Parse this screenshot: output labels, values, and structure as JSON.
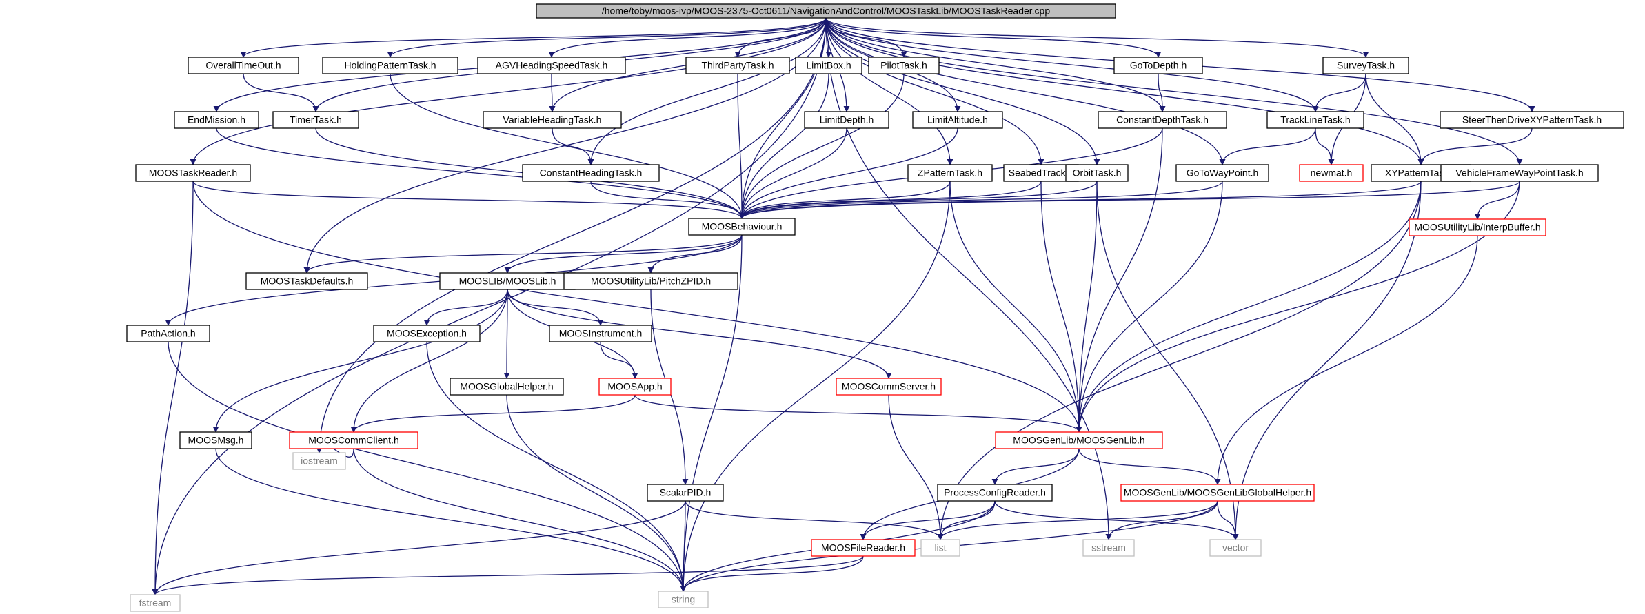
{
  "diagram": {
    "type": "include-dependency-graph",
    "colors": {
      "edge": "#191970",
      "border_normal": "#000000",
      "border_truncated": "#ff0000",
      "border_external": "#bfbfbf",
      "root_fill": "#bfbfbf",
      "text": "#000000",
      "text_external": "#808080"
    },
    "nodes": [
      {
        "id": "root",
        "label": "/home/toby/moos-ivp/MOOS-2375-Oct0611/NavigationAndControl/MOOSTaskLib/MOOSTaskReader.cpp",
        "kind": "root"
      },
      {
        "id": "overall",
        "label": "OverallTimeOut.h",
        "kind": "normal"
      },
      {
        "id": "holding",
        "label": "HoldingPatternTask.h",
        "kind": "normal"
      },
      {
        "id": "agv",
        "label": "AGVHeadingSpeedTask.h",
        "kind": "normal"
      },
      {
        "id": "thirdparty",
        "label": "ThirdPartyTask.h",
        "kind": "normal"
      },
      {
        "id": "limitbox",
        "label": "LimitBox.h",
        "kind": "normal"
      },
      {
        "id": "pilot",
        "label": "PilotTask.h",
        "kind": "normal"
      },
      {
        "id": "gotodepth",
        "label": "GoToDepth.h",
        "kind": "normal"
      },
      {
        "id": "survey",
        "label": "SurveyTask.h",
        "kind": "normal"
      },
      {
        "id": "endmission",
        "label": "EndMission.h",
        "kind": "normal"
      },
      {
        "id": "timer",
        "label": "TimerTask.h",
        "kind": "normal"
      },
      {
        "id": "varheading",
        "label": "VariableHeadingTask.h",
        "kind": "normal"
      },
      {
        "id": "limitdepth",
        "label": "LimitDepth.h",
        "kind": "normal"
      },
      {
        "id": "limitalt",
        "label": "LimitAltitude.h",
        "kind": "normal"
      },
      {
        "id": "constdepth",
        "label": "ConstantDepthTask.h",
        "kind": "normal"
      },
      {
        "id": "trackline",
        "label": "TrackLineTask.h",
        "kind": "normal"
      },
      {
        "id": "steerthen",
        "label": "SteerThenDriveXYPatternTask.h",
        "kind": "normal"
      },
      {
        "id": "reader_h",
        "label": "MOOSTaskReader.h",
        "kind": "normal"
      },
      {
        "id": "constheading",
        "label": "ConstantHeadingTask.h",
        "kind": "normal"
      },
      {
        "id": "zpattern",
        "label": "ZPatternTask.h",
        "kind": "normal"
      },
      {
        "id": "seabed",
        "label": "SeabedTrack.h",
        "kind": "normal"
      },
      {
        "id": "orbit",
        "label": "OrbitTask.h",
        "kind": "normal"
      },
      {
        "id": "gotowp",
        "label": "GoToWayPoint.h",
        "kind": "normal"
      },
      {
        "id": "newmat",
        "label": "newmat.h",
        "kind": "truncated"
      },
      {
        "id": "xypattern",
        "label": "XYPatternTask.h",
        "kind": "normal"
      },
      {
        "id": "vehframe",
        "label": "VehicleFrameWayPointTask.h",
        "kind": "normal"
      },
      {
        "id": "behaviour",
        "label": "MOOSBehaviour.h",
        "kind": "normal"
      },
      {
        "id": "taskdefaults",
        "label": "MOOSTaskDefaults.h",
        "kind": "normal"
      },
      {
        "id": "mooslib",
        "label": "MOOSLIB/MOOSLib.h",
        "kind": "normal"
      },
      {
        "id": "pitchzpid",
        "label": "MOOSUtilityLib/PitchZPID.h",
        "kind": "normal"
      },
      {
        "id": "interp",
        "label": "MOOSUtilityLib/InterpBuffer.h",
        "kind": "truncated"
      },
      {
        "id": "pathaction",
        "label": "PathAction.h",
        "kind": "normal"
      },
      {
        "id": "moosexception",
        "label": "MOOSException.h",
        "kind": "normal"
      },
      {
        "id": "moosinstrument",
        "label": "MOOSInstrument.h",
        "kind": "normal"
      },
      {
        "id": "moosapp",
        "label": "MOOSApp.h",
        "kind": "truncated"
      },
      {
        "id": "globalhelper",
        "label": "MOOSGlobalHelper.h",
        "kind": "normal"
      },
      {
        "id": "commserver",
        "label": "MOOSCommServer.h",
        "kind": "truncated"
      },
      {
        "id": "moosmsg",
        "label": "MOOSMsg.h",
        "kind": "normal"
      },
      {
        "id": "commclient",
        "label": "MOOSCommClient.h",
        "kind": "truncated"
      },
      {
        "id": "genlib",
        "label": "MOOSGenLib/MOOSGenLib.h",
        "kind": "truncated"
      },
      {
        "id": "iostream",
        "label": "iostream",
        "kind": "external"
      },
      {
        "id": "scalarpid",
        "label": "ScalarPID.h",
        "kind": "normal"
      },
      {
        "id": "pcreader",
        "label": "ProcessConfigReader.h",
        "kind": "normal"
      },
      {
        "id": "genglobal",
        "label": "MOOSGenLib/MOOSGenLibGlobalHelper.h",
        "kind": "truncated"
      },
      {
        "id": "filereader",
        "label": "MOOSFileReader.h",
        "kind": "truncated"
      },
      {
        "id": "list",
        "label": "list",
        "kind": "external"
      },
      {
        "id": "sstream",
        "label": "sstream",
        "kind": "external"
      },
      {
        "id": "vector",
        "label": "vector",
        "kind": "external"
      },
      {
        "id": "fstream",
        "label": "fstream",
        "kind": "external"
      },
      {
        "id": "string",
        "label": "string",
        "kind": "external"
      }
    ],
    "edges": [
      [
        "root",
        "overall"
      ],
      [
        "root",
        "timer"
      ],
      [
        "root",
        "holding"
      ],
      [
        "root",
        "agv"
      ],
      [
        "root",
        "varheading"
      ],
      [
        "root",
        "thirdparty"
      ],
      [
        "root",
        "limitbox"
      ],
      [
        "root",
        "pilot"
      ],
      [
        "root",
        "limitdepth"
      ],
      [
        "root",
        "limitalt"
      ],
      [
        "root",
        "gotodepth"
      ],
      [
        "root",
        "constdepth"
      ],
      [
        "root",
        "survey"
      ],
      [
        "root",
        "trackline"
      ],
      [
        "root",
        "steerthen"
      ],
      [
        "root",
        "endmission"
      ],
      [
        "root",
        "reader_h"
      ],
      [
        "root",
        "constheading"
      ],
      [
        "root",
        "behaviour"
      ],
      [
        "root",
        "zpattern"
      ],
      [
        "root",
        "seabed"
      ],
      [
        "root",
        "orbit"
      ],
      [
        "root",
        "gotowp"
      ],
      [
        "root",
        "xypattern"
      ],
      [
        "root",
        "vehframe"
      ],
      [
        "root",
        "taskdefaults"
      ],
      [
        "root",
        "iostream"
      ],
      [
        "root",
        "sstream"
      ],
      [
        "root",
        "fstream"
      ],
      [
        "overall",
        "timer"
      ],
      [
        "agv",
        "varheading"
      ],
      [
        "varheading",
        "constheading"
      ],
      [
        "gotodepth",
        "constdepth"
      ],
      [
        "survey",
        "trackline"
      ],
      [
        "survey",
        "newmat"
      ],
      [
        "survey",
        "xypattern"
      ],
      [
        "trackline",
        "newmat"
      ],
      [
        "trackline",
        "gotowp"
      ],
      [
        "steerthen",
        "xypattern"
      ],
      [
        "endmission",
        "behaviour"
      ],
      [
        "timer",
        "behaviour"
      ],
      [
        "holding",
        "behaviour"
      ],
      [
        "constheading",
        "behaviour"
      ],
      [
        "thirdparty",
        "behaviour"
      ],
      [
        "limitbox",
        "behaviour"
      ],
      [
        "pilot",
        "behaviour"
      ],
      [
        "limitdepth",
        "behaviour"
      ],
      [
        "limitalt",
        "behaviour"
      ],
      [
        "constdepth",
        "behaviour"
      ],
      [
        "zpattern",
        "behaviour"
      ],
      [
        "seabed",
        "behaviour"
      ],
      [
        "orbit",
        "behaviour"
      ],
      [
        "gotowp",
        "behaviour"
      ],
      [
        "xypattern",
        "behaviour"
      ],
      [
        "vehframe",
        "behaviour"
      ],
      [
        "reader_h",
        "behaviour"
      ],
      [
        "reader_h",
        "genlib"
      ],
      [
        "reader_h",
        "fstream"
      ],
      [
        "behaviour",
        "taskdefaults"
      ],
      [
        "behaviour",
        "mooslib"
      ],
      [
        "behaviour",
        "pitchzpid"
      ],
      [
        "behaviour",
        "pathaction"
      ],
      [
        "behaviour",
        "string"
      ],
      [
        "mooslib",
        "moosexception"
      ],
      [
        "mooslib",
        "moosinstrument"
      ],
      [
        "mooslib",
        "moosapp"
      ],
      [
        "mooslib",
        "globalhelper"
      ],
      [
        "mooslib",
        "commserver"
      ],
      [
        "mooslib",
        "moosmsg"
      ],
      [
        "mooslib",
        "commclient"
      ],
      [
        "moosinstrument",
        "moosapp"
      ],
      [
        "moosapp",
        "commclient"
      ],
      [
        "moosapp",
        "genlib"
      ],
      [
        "commclient",
        "iostream"
      ],
      [
        "commclient",
        "string"
      ],
      [
        "moosexception",
        "string"
      ],
      [
        "globalhelper",
        "string"
      ],
      [
        "moosmsg",
        "string"
      ],
      [
        "commserver",
        "list"
      ],
      [
        "pitchzpid",
        "scalarpid"
      ],
      [
        "scalarpid",
        "list"
      ],
      [
        "scalarpid",
        "fstream"
      ],
      [
        "scalarpid",
        "string"
      ],
      [
        "zpattern",
        "genlib"
      ],
      [
        "zpattern",
        "string"
      ],
      [
        "seabed",
        "genlib"
      ],
      [
        "orbit",
        "genlib"
      ],
      [
        "orbit",
        "vector"
      ],
      [
        "gotowp",
        "genlib"
      ],
      [
        "constdepth",
        "genlib"
      ],
      [
        "xypattern",
        "genlib"
      ],
      [
        "xypattern",
        "list"
      ],
      [
        "xypattern",
        "vector"
      ],
      [
        "vehframe",
        "interp"
      ],
      [
        "vehframe",
        "genlib"
      ],
      [
        "interp",
        "genglobal"
      ],
      [
        "genlib",
        "pcreader"
      ],
      [
        "genlib",
        "filereader"
      ],
      [
        "genlib",
        "genglobal"
      ],
      [
        "pcreader",
        "filereader"
      ],
      [
        "pcreader",
        "list"
      ],
      [
        "pcreader",
        "vector"
      ],
      [
        "pcreader",
        "string"
      ],
      [
        "genglobal",
        "list"
      ],
      [
        "genglobal",
        "sstream"
      ],
      [
        "genglobal",
        "vector"
      ],
      [
        "genglobal",
        "string"
      ],
      [
        "filereader",
        "fstream"
      ],
      [
        "filereader",
        "string"
      ],
      [
        "pathaction",
        "string"
      ]
    ]
  }
}
